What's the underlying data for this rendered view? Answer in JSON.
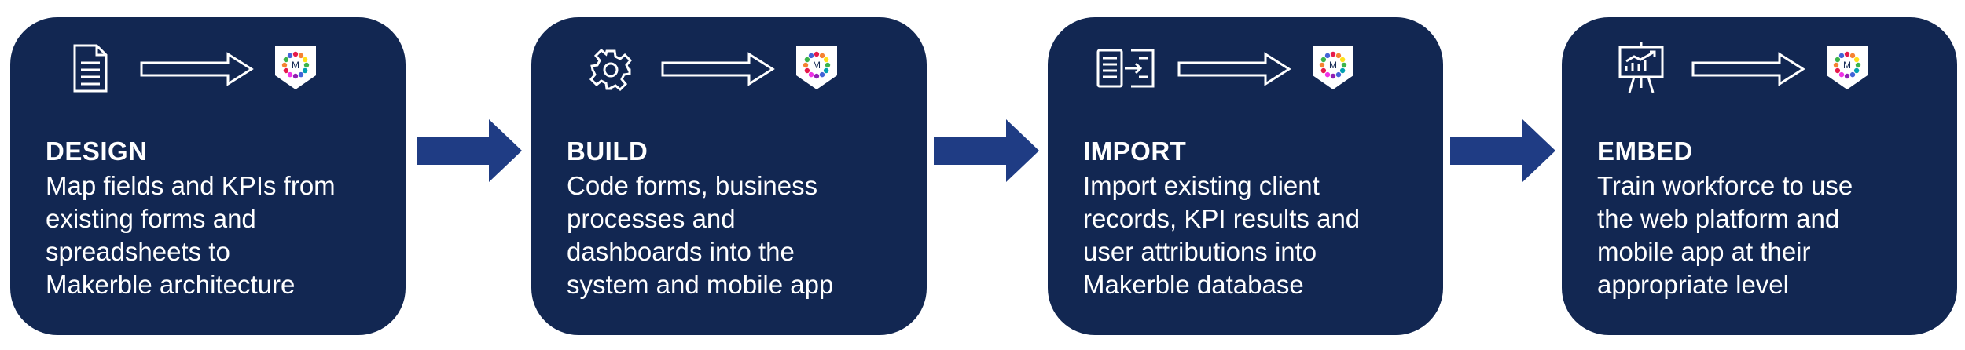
{
  "steps": [
    {
      "title": "DESIGN",
      "lines": [
        "Map fields and KPIs from",
        "existing forms and",
        "spreadsheets to",
        "Makerble architecture"
      ],
      "icon": "document-icon"
    },
    {
      "title": "BUILD",
      "lines": [
        "Code forms, business",
        "processes and",
        "dashboards into the",
        "system and mobile app"
      ],
      "icon": "gear-icon"
    },
    {
      "title": "IMPORT",
      "lines": [
        "Import existing client",
        "records, KPI results and",
        "user attributions into",
        "Makerble database"
      ],
      "icon": "import-icon"
    },
    {
      "title": "EMBED",
      "lines": [
        "Train workforce to use",
        "the web platform and",
        "mobile app at their",
        "appropriate level"
      ],
      "icon": "presentation-icon"
    }
  ],
  "colors": {
    "card": "#122752",
    "connector": "#1f3c84",
    "text": "#ffffff"
  },
  "logo": {
    "letter": "M",
    "ring_colors": [
      "#e6194b",
      "#f58231",
      "#ffe119",
      "#3cb44b",
      "#00a0b0",
      "#4363d8",
      "#911eb4",
      "#f032e6",
      "#e6194b",
      "#f58231",
      "#3cb44b",
      "#4363d8"
    ]
  }
}
